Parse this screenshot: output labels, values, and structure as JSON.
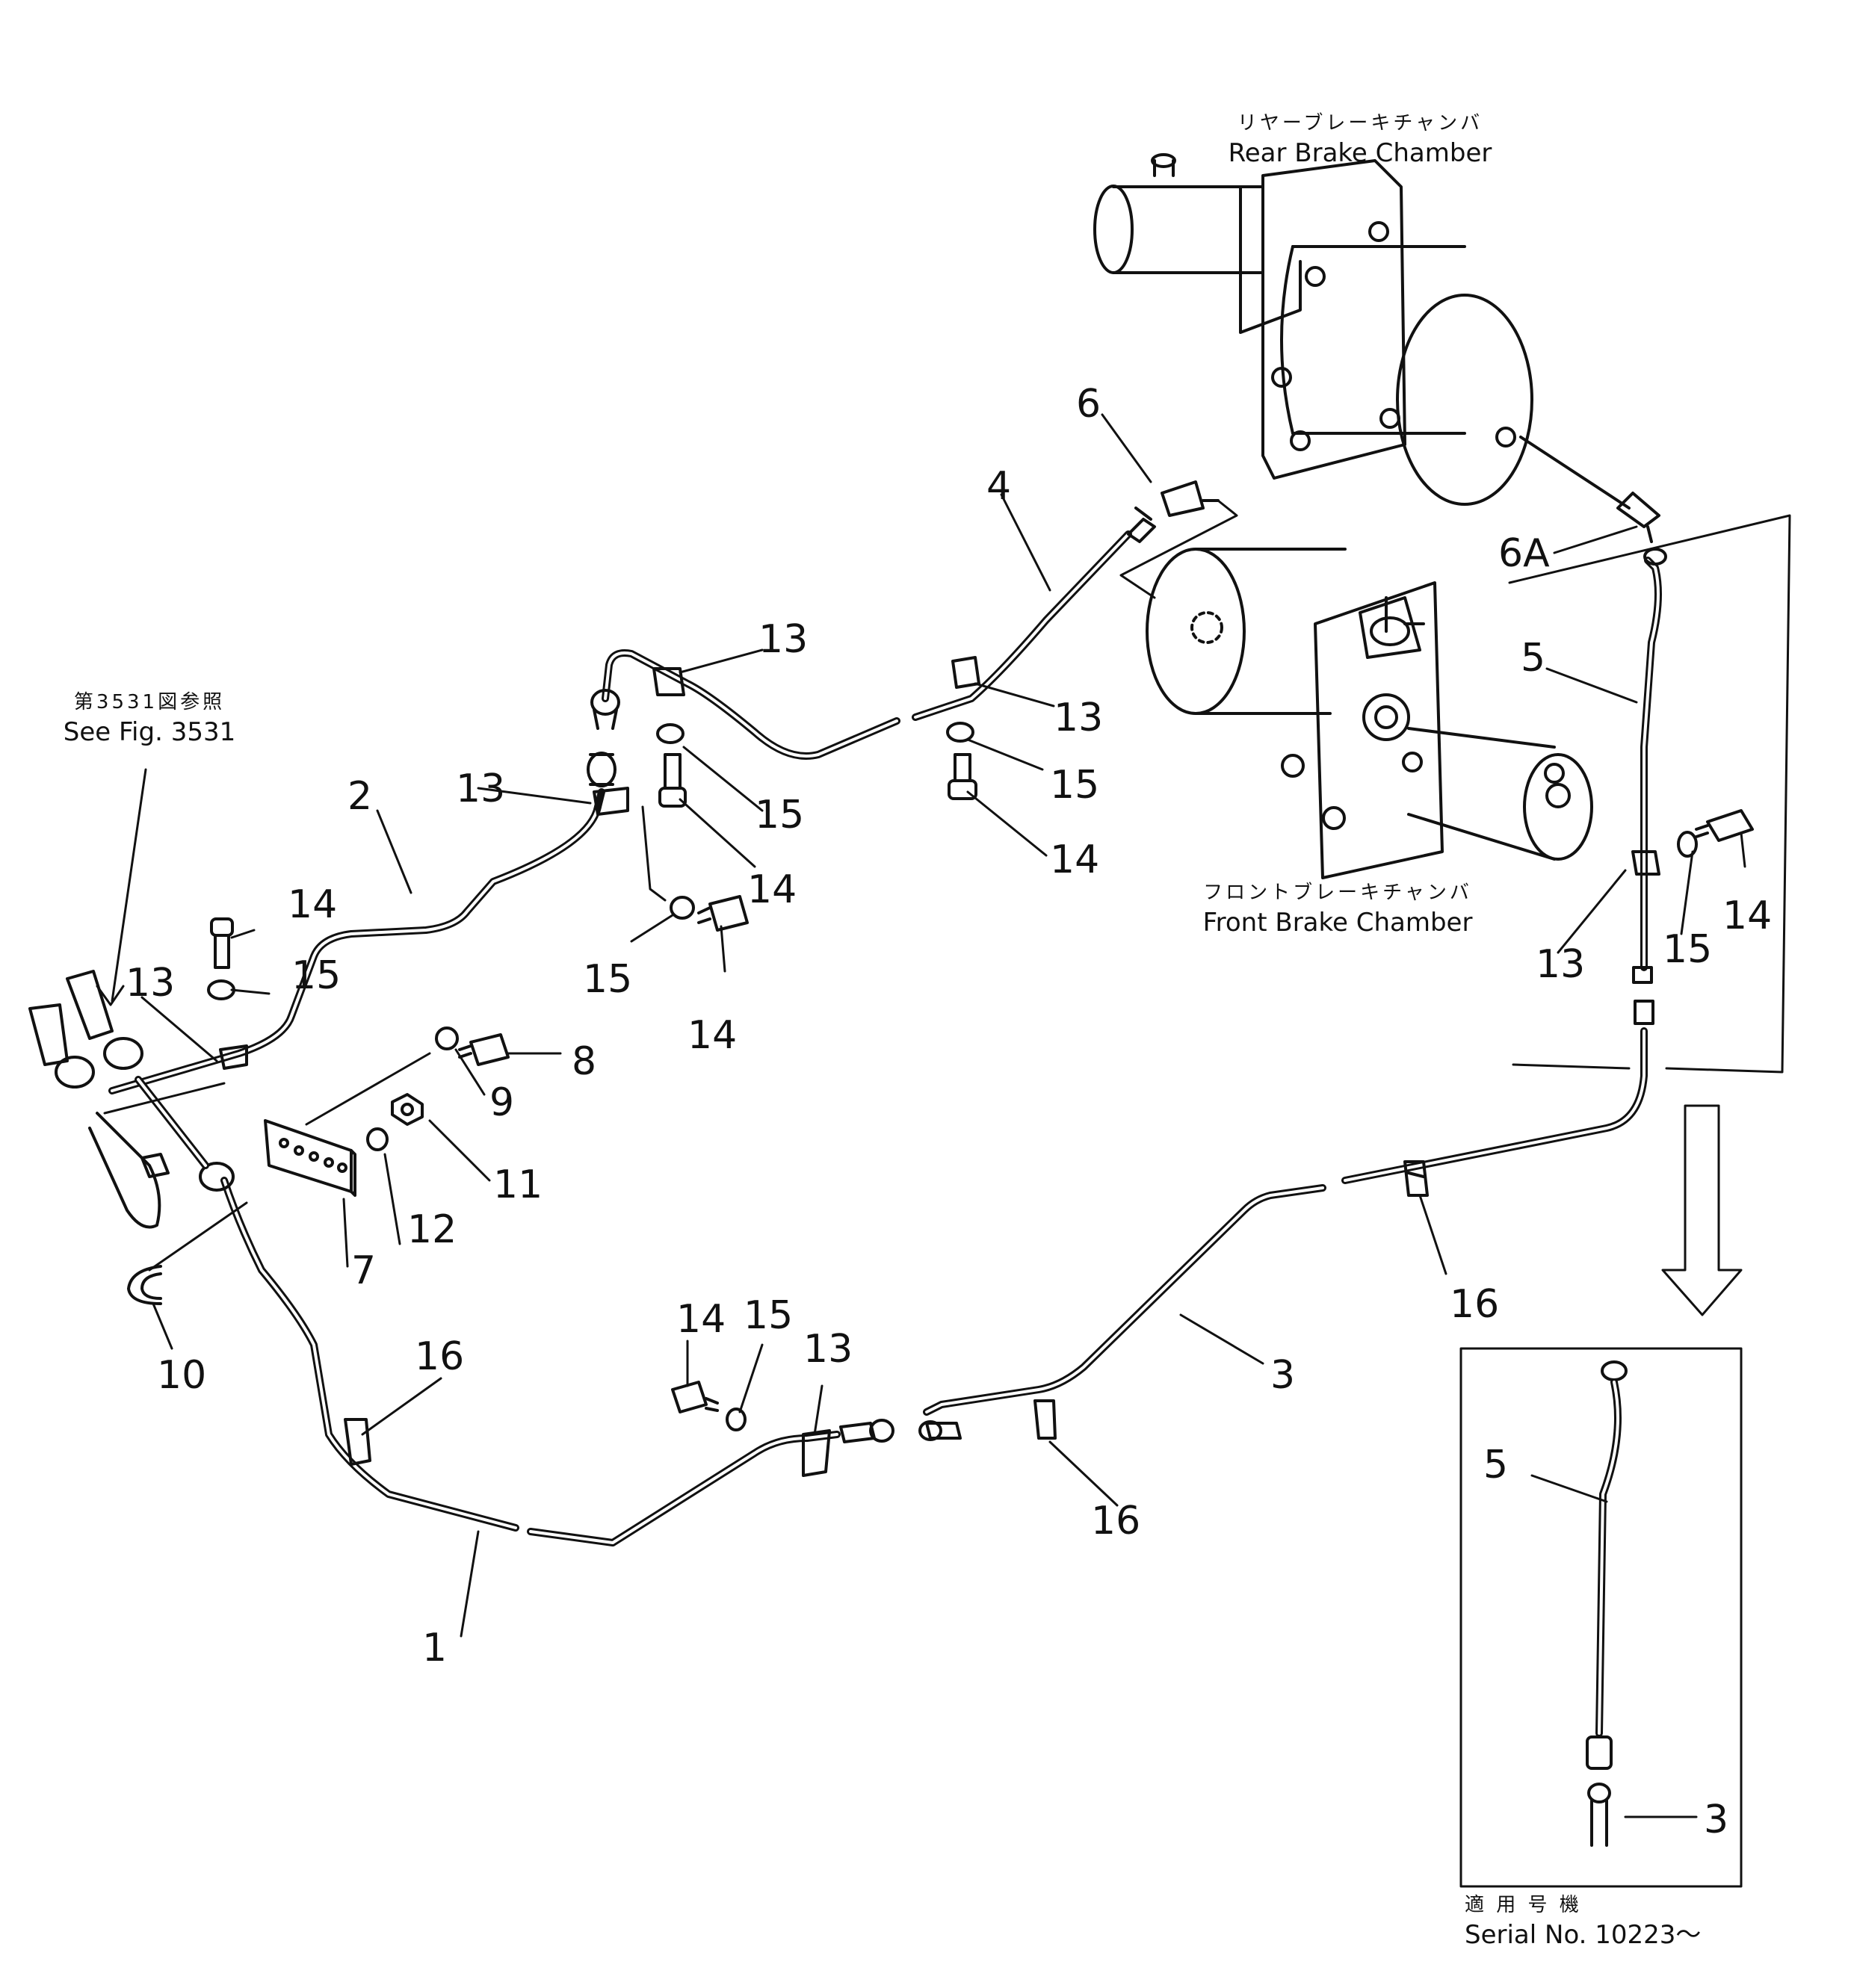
{
  "captions": {
    "rear_jp": "リヤーブレーキチャンバ",
    "rear_en": "Rear Brake Chamber",
    "front_jp": "フロントブレーキチャンバ",
    "front_en": "Front Brake Chamber",
    "see_jp": "第3531図参照",
    "see_en": "See Fig. 3531",
    "serial_jp": "適 用 号 機",
    "serial_en": "Serial No. 10223～"
  },
  "callouts": {
    "p1": "1",
    "p2": "2",
    "p3": "3",
    "p3b": "3",
    "p4": "4",
    "p5": "5",
    "p5b": "5",
    "p6": "6",
    "p6a": "6A",
    "p7": "7",
    "p8": "8",
    "p9": "9",
    "p10": "10",
    "p11": "11",
    "p12": "12",
    "p13a": "13",
    "p13b": "13",
    "p13c": "13",
    "p13d": "13",
    "p13e": "13",
    "p13f": "13",
    "p14a": "14",
    "p14b": "14",
    "p14c": "14",
    "p14d": "14",
    "p14e": "14",
    "p14f": "14",
    "p15a": "15",
    "p15b": "15",
    "p15c": "15",
    "p15d": "15",
    "p15e": "15",
    "p15f": "15",
    "p16a": "16",
    "p16b": "16",
    "p16c": "16"
  }
}
